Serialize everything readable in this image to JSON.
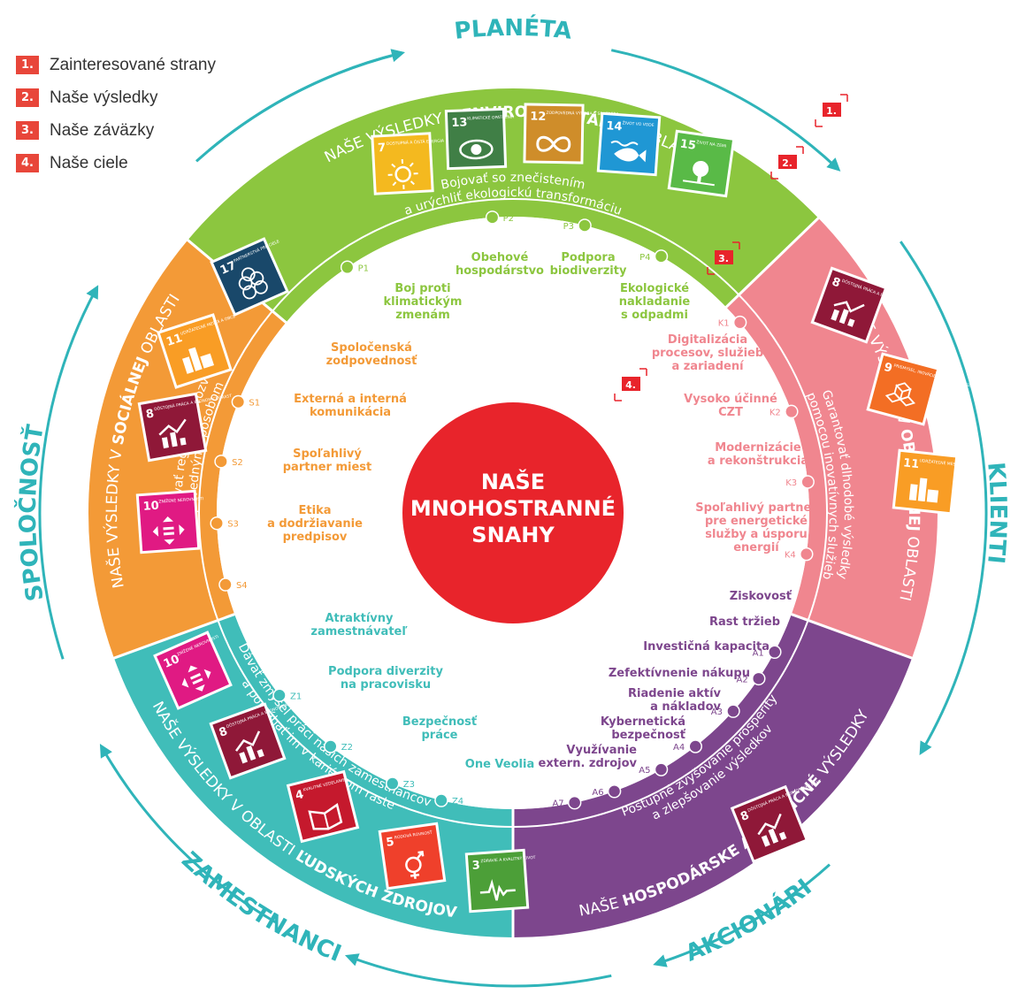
{
  "legend": [
    {
      "num": "1.",
      "text": "Zainteresované strany"
    },
    {
      "num": "2.",
      "text": "Naše výsledky"
    },
    {
      "num": "3.",
      "text": "Naše záväzky"
    },
    {
      "num": "4.",
      "text": "Naše ciele"
    }
  ],
  "center": {
    "line1": "NAŠE",
    "line2": "MNOHOSTRANNÉ",
    "line3": "SNAHY"
  },
  "stakeholders": {
    "planeta": "PLANÉTA",
    "klienti": "KLIENTI",
    "akcionari": "AKCIONÁRI",
    "zamestnanci": "ZAMESTNANCI",
    "spolocnost": "SPOLOČNOSŤ"
  },
  "results": {
    "environment": {
      "pre": "NAŠE VÝSLEDKY V ",
      "bold": "ENVIRONMENTÁLNEJ",
      "post": " OBLASTI"
    },
    "business": {
      "pre": "NAŠE VÝSLEDKY V ",
      "bold": "OBCHODNEJ",
      "post": " OBLASTI"
    },
    "finance": {
      "pre": "NAŠE ",
      "bold": "HOSPODÁRSKE A FINANČNÉ",
      "post": " VÝSLEDKY"
    },
    "hr": {
      "pre": "NAŠE VÝSLEDKY V OBLASTI ",
      "bold": "ĽUDSKÝCH ZDROJOV",
      "post": ""
    },
    "social": {
      "pre": "NAŠE VÝSLEDKY V ",
      "bold": "SOCIÁLNEJ",
      "post": " OBLASTI"
    }
  },
  "commitments": {
    "planet": {
      "l1": "Bojovať so znečistením",
      "l2": "a urýchliť ekologickú transformáciu"
    },
    "clients": {
      "l1": "Garantovať dlhodobé výsledky",
      "l2": "pomocou inovatívnych služieb"
    },
    "shareholders": {
      "l1": "Postupné zvyšovanie prosperity",
      "l2": "a zlepšovanie výsledkov"
    },
    "employees": {
      "l1": "Dávať zmysel práci našich zamestnancov",
      "l2": "a pomáhať im v kariérnom raste"
    },
    "society": {
      "l1": "Podporovať regionálny rozvoj",
      "l2": "zodpovedným spôsobom"
    }
  },
  "goals": {
    "P1": {
      "label": "P1",
      "lines": [
        "Boj proti",
        "klimatickým",
        "zmenám"
      ]
    },
    "P2": {
      "label": "P2",
      "lines": [
        "Obehové",
        "hospodárstvo"
      ]
    },
    "P3": {
      "label": "P3",
      "lines": [
        "Podpora",
        "biodiverzity"
      ]
    },
    "P4": {
      "label": "P4",
      "lines": [
        "Ekologické",
        "nakladanie",
        "s odpadmi"
      ]
    },
    "K1": {
      "label": "K1",
      "lines": [
        "Digitalizácia",
        "procesov, služieb",
        "a zariadení"
      ]
    },
    "K2": {
      "label": "K2",
      "lines": [
        "Vysoko účinné",
        "CZT"
      ]
    },
    "K3": {
      "label": "K3",
      "lines": [
        "Modernizácie",
        "a rekonštrukcia"
      ]
    },
    "K4": {
      "label": "K4",
      "lines": [
        "Spoľahlivý partner",
        "pre energetické",
        "služby a úsporu",
        "energií"
      ]
    },
    "A1": {
      "label": "A1",
      "lines": [
        "Ziskovosť"
      ]
    },
    "A2": {
      "label": "A2",
      "lines": [
        "Rast tržieb"
      ]
    },
    "A3": {
      "label": "A3",
      "lines": [
        "Investičná kapacita"
      ]
    },
    "A4": {
      "label": "A4",
      "lines": [
        "Zefektívnenie nákupu"
      ]
    },
    "A5": {
      "label": "A5",
      "lines": [
        "Riadenie aktív",
        "a nákladov"
      ]
    },
    "A6": {
      "label": "A6",
      "lines": [
        "Kybernetická",
        "bezpečnosť"
      ]
    },
    "A7": {
      "label": "A7",
      "lines": [
        "Využívanie",
        "extern. zdrojov"
      ]
    },
    "Z1": {
      "label": "Z1",
      "lines": [
        "Atraktívny",
        "zamestnávateľ"
      ]
    },
    "Z2": {
      "label": "Z2",
      "lines": [
        "Podpora diverzity",
        "na pracovisku"
      ]
    },
    "Z3": {
      "label": "Z3",
      "lines": [
        "Bezpečnosť",
        "práce"
      ]
    },
    "Z4": {
      "label": "Z4",
      "lines": [
        "One Veolia"
      ]
    },
    "S1": {
      "label": "S1",
      "lines": [
        "Spoločenská",
        "zodpovednosť"
      ]
    },
    "S2": {
      "label": "S2",
      "lines": [
        "Externá a interná",
        "komunikácia"
      ]
    },
    "S3": {
      "label": "S3",
      "lines": [
        "Spoľahlivý",
        "partner miest"
      ]
    },
    "S4": {
      "label": "S4",
      "lines": [
        "Etika",
        "a dodržiavanie",
        "predpisov"
      ]
    }
  },
  "markers": [
    "1.",
    "2.",
    "3.",
    "4."
  ],
  "sdgs": [
    {
      "key": "env7",
      "num": "7",
      "label": "DOSTUPNÁ A ČISTÁ ENERGIA",
      "color": "#f4b91f",
      "icon": "sun-icon"
    },
    {
      "key": "env13",
      "num": "13",
      "label": "KLIMATICKÉ OPATRENIA",
      "color": "#407f46",
      "icon": "eye-earth-icon"
    },
    {
      "key": "env12",
      "num": "12",
      "label": "ZODPOVEDNÁ VÝROBA A SPOTREBA",
      "color": "#cf8d2a",
      "icon": "infinity-icon"
    },
    {
      "key": "env14",
      "num": "14",
      "label": "ŽIVOT VO VODE",
      "color": "#1f97d4",
      "icon": "fish-icon"
    },
    {
      "key": "env15",
      "num": "15",
      "label": "ŽIVOT NA ZEMI",
      "color": "#59ba47",
      "icon": "tree-icon"
    },
    {
      "key": "bus8",
      "num": "8",
      "label": "DÔSTOJNÁ PRÁCA A EKONOMICKÝ RAST",
      "color": "#8f1838",
      "icon": "growth-chart-icon"
    },
    {
      "key": "bus9",
      "num": "9",
      "label": "PRIEMYSEL, INOVÁCIE A INFRAŠTRUKTÚRA",
      "color": "#f36e24",
      "icon": "cubes-icon"
    },
    {
      "key": "bus11",
      "num": "11",
      "label": "UDRŽATEĽNÉ MESTÁ A OBCE",
      "color": "#f99d25",
      "icon": "city-icon"
    },
    {
      "key": "fin8",
      "num": "8",
      "label": "DÔSTOJNÁ PRÁCA A EKONOMICKÝ RAST",
      "color": "#8f1838",
      "icon": "growth-chart-icon"
    },
    {
      "key": "hr10",
      "num": "10",
      "label": "ZNÍŽENÉ NEROVNOSTI",
      "color": "#e01a83",
      "icon": "equality-icon"
    },
    {
      "key": "hr8",
      "num": "8",
      "label": "DÔSTOJNÁ PRÁCA A EKONOMICKÝ RAST",
      "color": "#8f1838",
      "icon": "growth-chart-icon"
    },
    {
      "key": "hr4",
      "num": "4",
      "label": "KVALITNÉ VZDELANIE",
      "color": "#c5192d",
      "icon": "book-icon"
    },
    {
      "key": "hr5",
      "num": "5",
      "label": "RODOVÁ ROVNOSŤ",
      "color": "#ef402b",
      "icon": "gender-icon"
    },
    {
      "key": "hr3",
      "num": "3",
      "label": "ZDRAVIE A KVALITNÝ ŽIVOT",
      "color": "#4c9f38",
      "icon": "heartbeat-icon"
    },
    {
      "key": "soc17",
      "num": "17",
      "label": "PARTNERSTVÁ PRE CIELE",
      "color": "#19486a",
      "icon": "rings-icon"
    },
    {
      "key": "soc11",
      "num": "11",
      "label": "UDRŽATEĽNÉ MESTÁ A OBCE",
      "color": "#f99d25",
      "icon": "city-icon"
    },
    {
      "key": "soc8",
      "num": "8",
      "label": "DÔSTOJNÁ PRÁCA A EKONOMICKÝ RAST",
      "color": "#8f1838",
      "icon": "growth-chart-icon"
    },
    {
      "key": "soc10",
      "num": "10",
      "label": "ZNÍŽENÉ NEROVNOSTI",
      "color": "#e01a83",
      "icon": "equality-icon"
    }
  ],
  "colors": {
    "planet": "#8cc63f",
    "clients": "#f0868f",
    "shareholders": "#7d468d",
    "employees": "#40bdb9",
    "society": "#f39a37",
    "center": "#e8242b",
    "stakeholder_text": "#2fb4b9",
    "marker": "#e8242b"
  }
}
